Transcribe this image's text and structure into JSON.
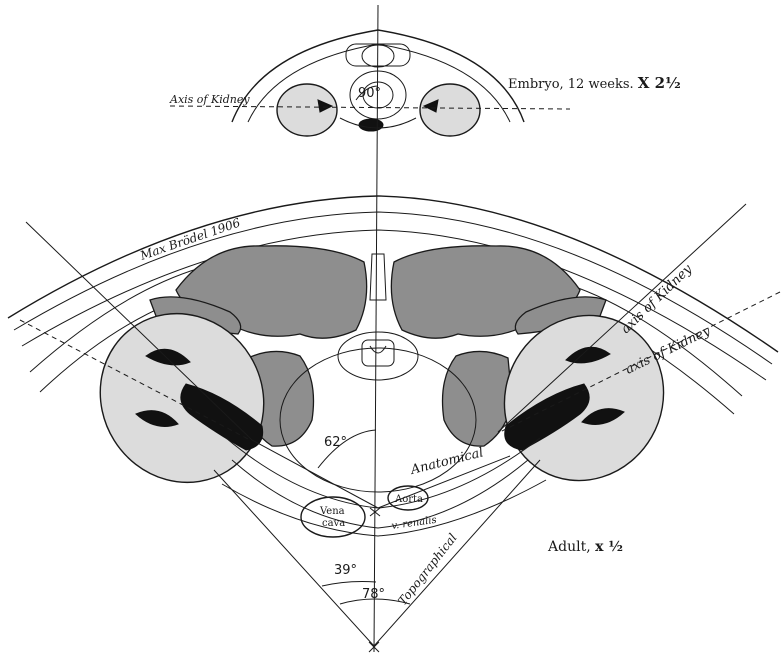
{
  "embryo": {
    "caption": "Embryo, 12 weeks. ",
    "magnification": "X 2½",
    "axis_label": "Axis of Kidney",
    "angle": "90°"
  },
  "adult": {
    "signature": "Max Brödel 1906",
    "caption": "Adult, ",
    "magnification": "x ½",
    "axis_of_kidney_label_1": "axis of Kidney",
    "axis_of_kidney_label_2": "axis of Kidney",
    "angle_62": "62°",
    "angle_39": "39°",
    "angle_78": "78°",
    "anatomical_label": "Anatomical",
    "topographical_label": "Topographical",
    "vena_cava_label_1": "Vena",
    "vena_cava_label_2": "cava",
    "aorta_label": "Aorta",
    "vena_renalis_label": "v. renalis"
  }
}
